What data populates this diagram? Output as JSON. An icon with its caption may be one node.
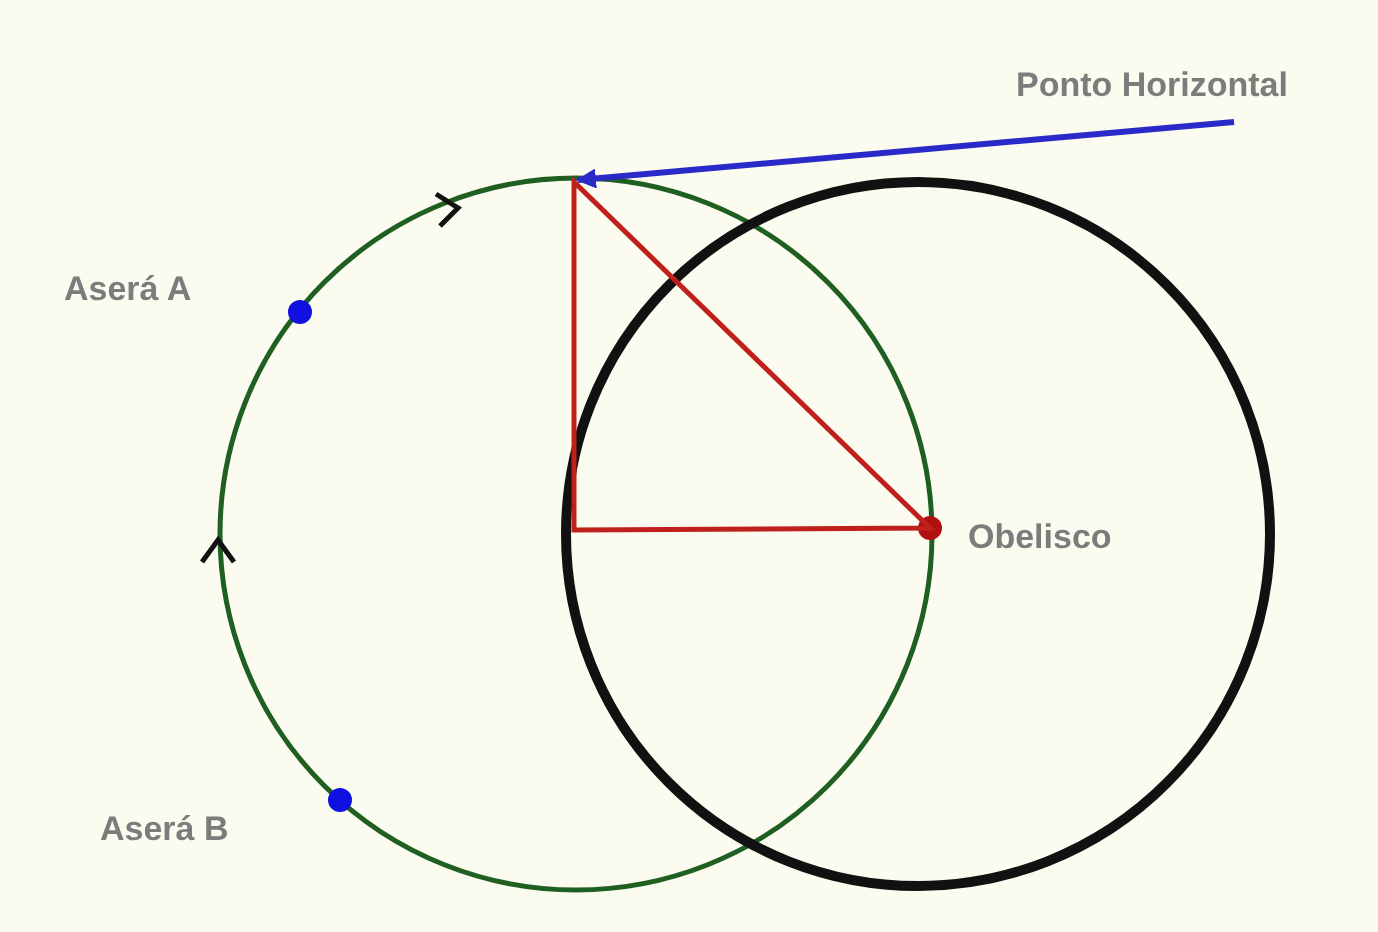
{
  "diagram": {
    "nodes": [
      {
        "text": [
          "Ponto Horizontal"
        ]
      },
      {
        "text": [],
        "shape": "triangle"
      }
    ],
    "edges": [
      {
        "from": 0,
        "to": 1,
        "arrow": "to"
      }
    ],
    "labels": [
      "Aserá A",
      "Obelisco",
      "Aserá B"
    ]
  }
}
